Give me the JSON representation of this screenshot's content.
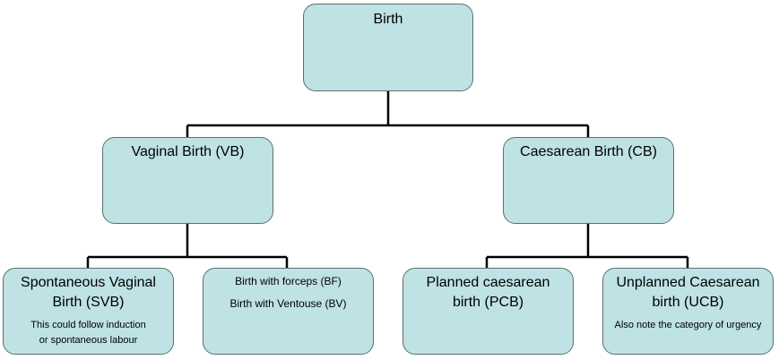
{
  "nodes": {
    "birth": {
      "title": "Birth"
    },
    "vaginal": {
      "title": "Vaginal Birth (VB)"
    },
    "caesarean": {
      "title": "Caesarean Birth (CB)"
    },
    "svb": {
      "title": "Spontaneous Vaginal Birth (SVB)",
      "note": "This could follow induction or spontaneous labour"
    },
    "instrumental": {
      "line1": "Birth with forceps (BF)",
      "line2": "Birth with Ventouse (BV)"
    },
    "pcb": {
      "title": "Planned caesarean birth (PCB)"
    },
    "ucb": {
      "title": "Unplanned Caesarean birth (UCB)",
      "note": "Also note the category of urgency"
    }
  },
  "colors": {
    "box_fill": "#bfe2e4",
    "box_border": "#5c6f73",
    "connector": "#000000"
  }
}
